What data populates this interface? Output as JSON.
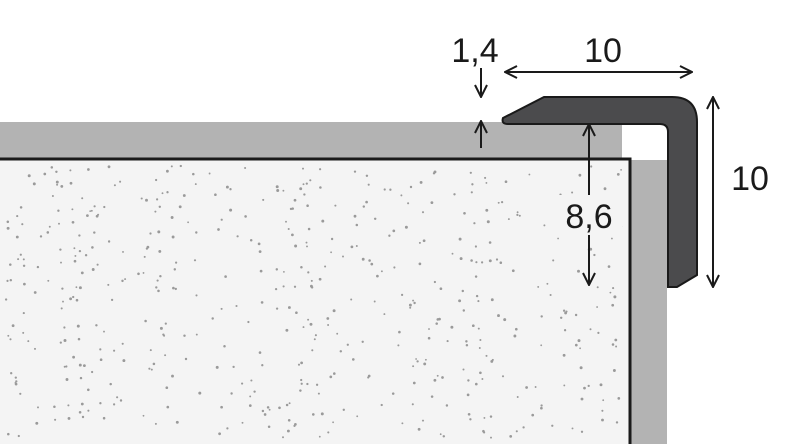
{
  "dimensions": {
    "lip_thickness": "1,4",
    "top_width": "10",
    "side_height": "10",
    "inner_depth": "8,6"
  },
  "colors": {
    "background": "#ffffff",
    "tile_layer": "#b3b3b3",
    "substrate_fill": "#f4f4f4",
    "substrate_dots": "#9a9a9a",
    "outline": "#1a1a1a",
    "profile": "#4b4b4d"
  },
  "stipple": {
    "count": 520,
    "seed": 7
  }
}
